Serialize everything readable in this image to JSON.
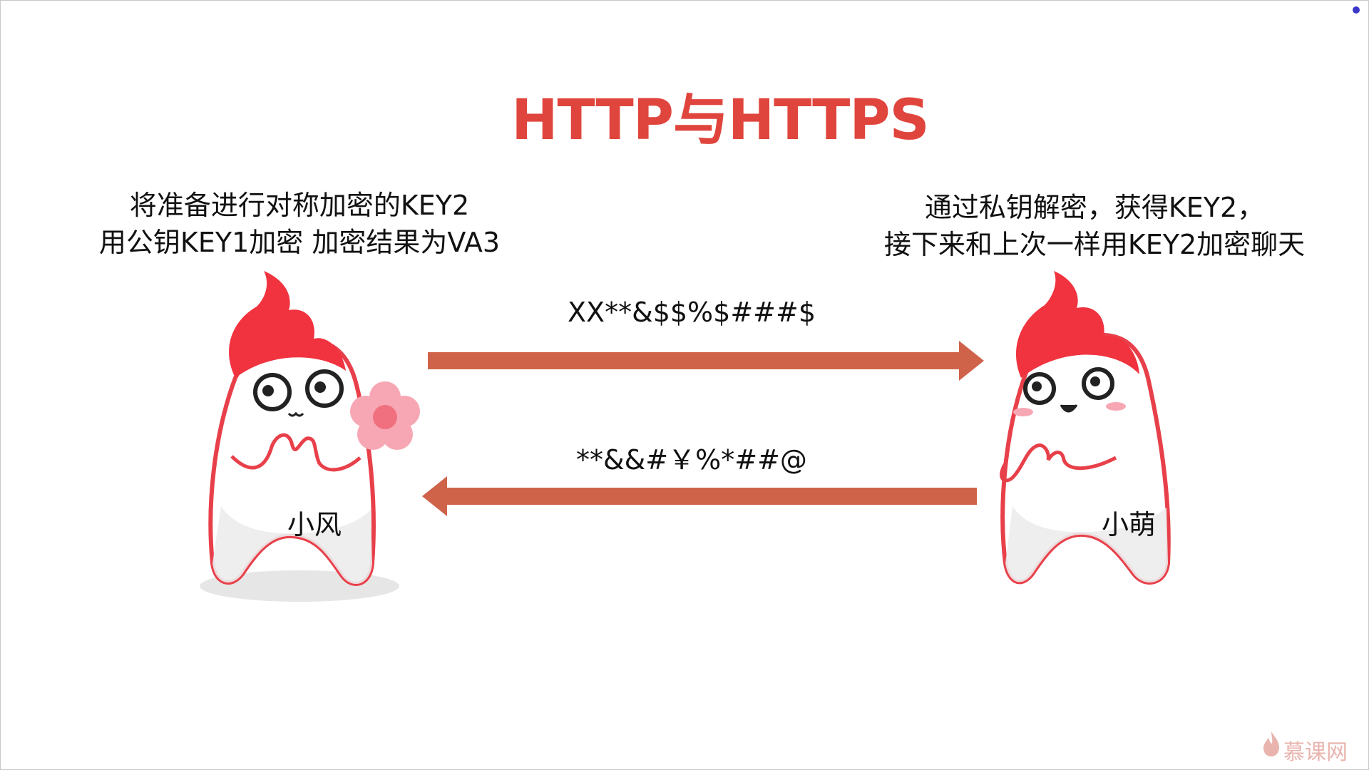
{
  "title": "HTTP与HTTPS",
  "left_caption": {
    "line1": "将准备进行对称加密的KEY2",
    "line2": "用公钥KEY1加密 加密结果为VA3"
  },
  "right_caption": {
    "line1": "通过私钥解密，获得KEY2，",
    "line2": "接下来和上次一样用KEY2加密聊天"
  },
  "messages": {
    "to_right": "XX**&$$%$###$",
    "to_left": "**&&#￥%*##@"
  },
  "characters": {
    "left_name": "小风",
    "right_name": "小萌"
  },
  "watermark": "慕课网",
  "colors": {
    "title": "#e0453d",
    "arrow": "#cf634a",
    "mascot_outline": "#e8404a",
    "mascot_flame": "#f0333f",
    "flower": "#f7a7b3"
  }
}
